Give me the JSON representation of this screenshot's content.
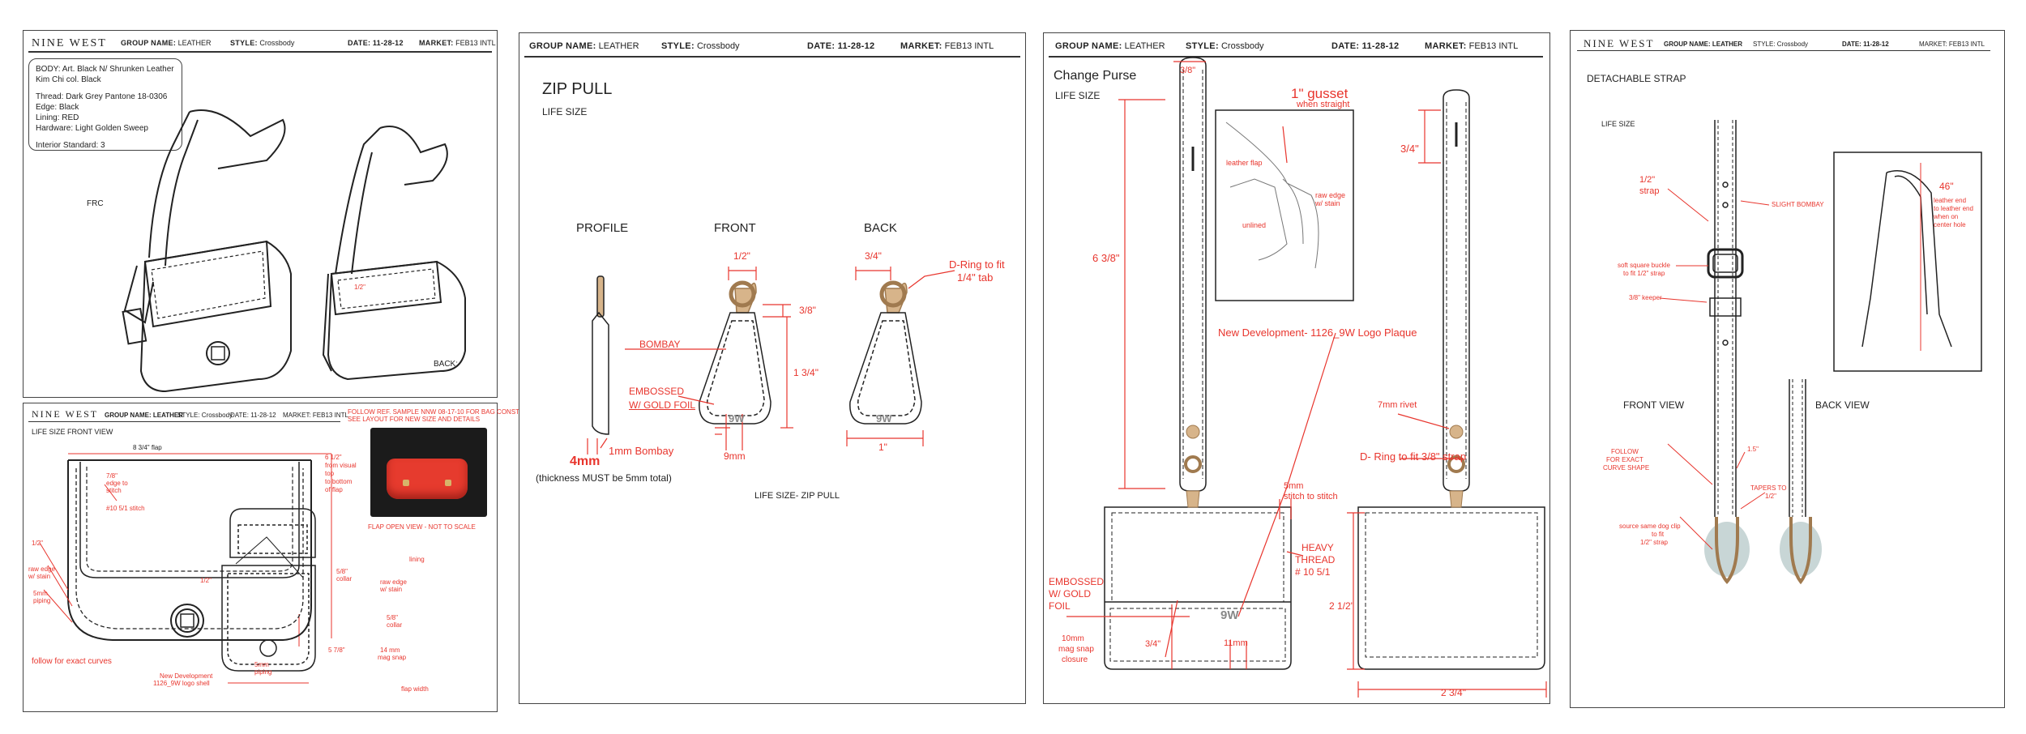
{
  "colors": {
    "annotation_red": "#e8352d",
    "line": "#333333",
    "tan": "#c9a27a",
    "tan_dark": "#a07a4f"
  },
  "sheet1": {
    "brand": "NINE WEST",
    "group_label": "GROUP NAME:",
    "group_value": "LEATHER",
    "style_label": "STYLE:",
    "style_value": "Crossbody",
    "date_label": "DATE:",
    "date_value": "11-28-12",
    "market_label": "MARKET:",
    "market_value": "FEB13 INTL",
    "spec": {
      "body": "BODY: Art. Black N/ Shrunken Leather",
      "body2": "Kim Chi col. Black",
      "thread": "Thread: Dark Grey Pantone 18-0306",
      "edge": "Edge: Black",
      "lining": "Lining:",
      "lining_value": "RED",
      "hardware": "Hardware: Light Golden Sweep",
      "interior": "Interior Standard: 3"
    },
    "frc": "FRC",
    "back": "BACK:",
    "half_in": "1/2\""
  },
  "sheet2": {
    "brand": "NINE WEST",
    "group": "GROUP NAME: LEATHER",
    "style": "STYLE: Crossbody",
    "date": "DATE: 11-28-12",
    "market": "MARKET: FEB13 INTL",
    "life": "LIFE SIZE FRONT VIEW",
    "flap": "8 3/4\" flap",
    "note": "FOLLOW REF. SAMPLE NNW 08-17-10 FOR BAG CONSTRUCTION",
    "note2": "SEE LAYOUT FOR NEW SIZE AND DETAILS",
    "edge_stitch": "7/8\"",
    "edge_stitch2": "edge to",
    "edge_stitch3": "stitch",
    "stitch": "#10 5/1 stitch",
    "half": "1/2\"",
    "raw_edge": "raw edge",
    "stain": "w/ stain",
    "piping": "5mm",
    "piping2": "piping",
    "half_top": "1/2\"",
    "from_visual": "6 1/2\"",
    "from_visual2": "from visual",
    "from_visual3": "top",
    "from_visual4": "to bottom",
    "from_visual5": "of flap",
    "height": "5 7/8\"",
    "follow": "follow for exact curves",
    "newdev": "New Development",
    "newdev2": "1126_9W logo shell",
    "piping_b": "5mm",
    "piping_b2": "piping",
    "flap_open": "FLAP OPEN VIEW - NOT TO SCALE",
    "lining": "lining",
    "collar": "5/8\"",
    "collar2": "collar",
    "raw2": "raw edge",
    "raw2b": "w/ stain",
    "collar_b": "5/8\"",
    "collar_b2": "collar",
    "mag": "14 mm",
    "mag2": "mag snap",
    "flap_width": "flap width"
  },
  "sheet3": {
    "group_label": "GROUP NAME:",
    "group_value": "LEATHER",
    "style_label": "STYLE:",
    "style_value": "Crossbody",
    "date": "DATE: 11-28-12",
    "market_label": "MARKET:",
    "market_value": "FEB13 INTL",
    "title": "ZIP PULL",
    "life": "LIFE SIZE",
    "profile": "PROFILE",
    "front": "FRONT",
    "back": "BACK",
    "half": "1/2\"",
    "three_quarter": "3/4\"",
    "dring": "D-Ring to fit",
    "dring2": "1/4\" tab",
    "three_eighths": "3/8\"",
    "bombay": "BOMBAY",
    "len": "1 3/4\"",
    "embossed": "EMBOSSED",
    "embossed2": "W/ GOLD FOIL",
    "nine_mm": "9mm",
    "one_in": "1\"",
    "four_mm": "4mm",
    "one_mm": "1mm Bombay",
    "thickness": "(thickness MUST be 5mm total)",
    "footer": "LIFE SIZE- ZIP PULL",
    "logo": "9W"
  },
  "sheet4": {
    "group_label": "GROUP NAME:",
    "group_value": "LEATHER",
    "style_label": "STYLE:",
    "style_value": "Crossbody",
    "date": "DATE: 11-28-12",
    "market_label": "MARKET:",
    "market_value": "FEB13 INTL",
    "title": "Change Purse",
    "life": "LIFE SIZE",
    "top": "3/8\"",
    "long": "6 3/8\"",
    "gusset": "1\" gusset",
    "gusset2": "when straight",
    "leather_flap": "leather flap",
    "raw": "raw edge",
    "raw2": "w/ stain",
    "unlined": "unlined",
    "three_quarter": "3/4\"",
    "newdev": "New Development- 1126_9W Logo Plaque",
    "rivet": "7mm rivet",
    "dring": "D- Ring to fit 3/8\" strap",
    "stitch": "5mm",
    "stitch2": "stitch to stitch",
    "heavy": "HEAVY",
    "heavy2": "THREAD",
    "heavy3": "# 10 5/1",
    "embossed": "EMBOSSED",
    "embossed2": "W/ GOLD",
    "embossed3": "FOIL",
    "mag": "10mm",
    "mag2": "mag snap",
    "mag3": "closure",
    "three_q2": "3/4\"",
    "eleven": "11mm",
    "two_half": "2 1/2\"",
    "two_three": "2 3/4\"",
    "logo": "9W"
  },
  "sheet5": {
    "brand": "NINE WEST",
    "group": "GROUP NAME: LEATHER",
    "style": "STYLE: Crossbody",
    "date": "DATE: 11-28-12",
    "market": "MARKET: FEB13 INTL",
    "title": "DETACHABLE STRAP",
    "life": "LIFE SIZE",
    "strap": "1/2\"",
    "strap2": "strap",
    "slight": "SLIGHT BOMBAY",
    "buckle": "soft square buckle",
    "buckle2": "to fit 1/2\" strap",
    "keeper": "3/8\" keeper",
    "len46": "46\"",
    "leather_end": "leather end",
    "leather_end2": "to leather end",
    "leather_end3": "when on",
    "leather_end4": "center hole",
    "front": "FRONT VIEW",
    "back": "BACK VIEW",
    "follow": "FOLLOW",
    "follow2": "FOR EXACT",
    "follow3": "CURVE SHAPE",
    "oneFive": "1.5\"",
    "tapers": "TAPERS TO",
    "tapers2": "1/2\"",
    "source": "source same dog clip",
    "source2": "to fit",
    "source3": "1/2\" strap"
  }
}
